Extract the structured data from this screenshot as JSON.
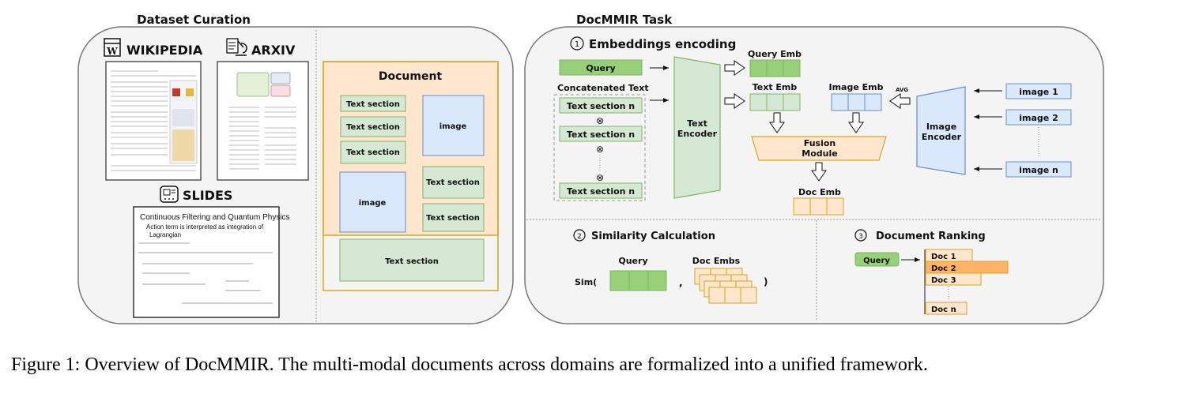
{
  "dataset_curation": {
    "title": "Dataset Curation",
    "sources": [
      {
        "name": "WIKIPEDIA",
        "icon": "wikipedia-browser-icon"
      },
      {
        "name": "ARXIV",
        "icon": "paper-microscope-icon"
      },
      {
        "name": "SLIDES",
        "icon": "presentation-slide-icon"
      }
    ],
    "slide_preview": {
      "title": "Continuous Filtering and Quantum Physics",
      "bullet": "Action term is interpreted as integration of",
      "bullet_cont": "Lagrangian"
    },
    "document": {
      "title": "Document",
      "text_section_label": "Text section",
      "image_label": "image"
    }
  },
  "task": {
    "title": "DocMMIR Task",
    "step1": {
      "number": "①",
      "title": "Embeddings encoding",
      "query": "Query",
      "concat_label": "Concatenated Text",
      "text_section_n": "Text section n",
      "concat_op": "⊗",
      "text_encoder": [
        "Text",
        "Encoder"
      ],
      "query_emb": "Query Emb",
      "text_emb": "Text Emb",
      "image_emb": "Image Emb",
      "avg_label": "AVG",
      "fusion": [
        "Fusion",
        "Module"
      ],
      "doc_emb": "Doc Emb",
      "image_encoder": [
        "Image",
        "Encoder"
      ],
      "images": [
        "image 1",
        "image 2",
        "image n"
      ]
    },
    "step2": {
      "number": "②",
      "title": "Similarity Calculation",
      "sim_open": "Sim(",
      "comma": ",",
      "sim_close": ")",
      "query_label": "Query",
      "doc_embs_label": "Doc Embs"
    },
    "step3": {
      "number": "③",
      "title": "Document Ranking",
      "query": "Query",
      "docs": [
        "Doc 1",
        "Doc 2",
        "Doc 3",
        "Doc n"
      ],
      "highlighted_doc": "Doc 2"
    }
  },
  "colors": {
    "green_strong": "#97d077",
    "green_light": "#d5e8d4",
    "green_border": "#82b366",
    "blue_light": "#dae8fc",
    "blue_border": "#6c8ebf",
    "orange_light": "#ffe6cc",
    "orange_border": "#d6a526",
    "orange_strong": "#ffb366",
    "panel_bg": "#f4f4f4",
    "panel_border": "#777777"
  },
  "caption": "Figure 1: Overview of DocMMIR. The multi-modal documents across domains are formalized into a unified framework."
}
